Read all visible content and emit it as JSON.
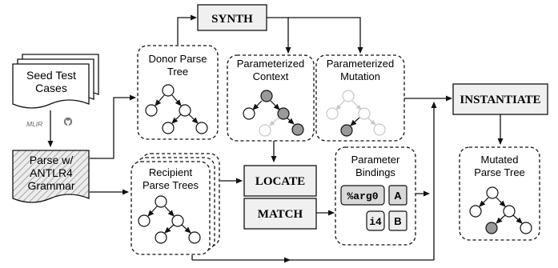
{
  "labels": {
    "seed_line1": "Seed Test",
    "seed_line2": "Cases",
    "mlir": "MLIR",
    "parse_line1": "Parse w/",
    "parse_line2": "ANTLR4",
    "parse_line3": "Grammar",
    "donor_line1": "Donor Parse",
    "donor_line2": "Tree",
    "recipient_line1": "Recipient",
    "recipient_line2": "Parse Trees",
    "synth": "SYNTH",
    "param_context_line1": "Parameterized",
    "param_context_line2": "Context",
    "param_mutation_line1": "Parameterized",
    "param_mutation_line2": "Mutation",
    "locate": "LOCATE",
    "match": "MATCH",
    "bindings_line1": "Parameter",
    "bindings_line2": "Bindings",
    "arg0": "%arg0",
    "i4": "i4",
    "A": "A",
    "B": "B",
    "instantiate": "INSTANTIATE",
    "mutated_line1": "Mutated",
    "mutated_line2": "Parse Tree"
  },
  "icons": {
    "github": "github-octocat-icon"
  },
  "colors": {
    "stroke": "#111111",
    "box_fill": "#f0f0f0",
    "node_gray": "#9a9a9a",
    "faded": "#c8c8c8",
    "chip_fill": "#d9d9d9"
  }
}
